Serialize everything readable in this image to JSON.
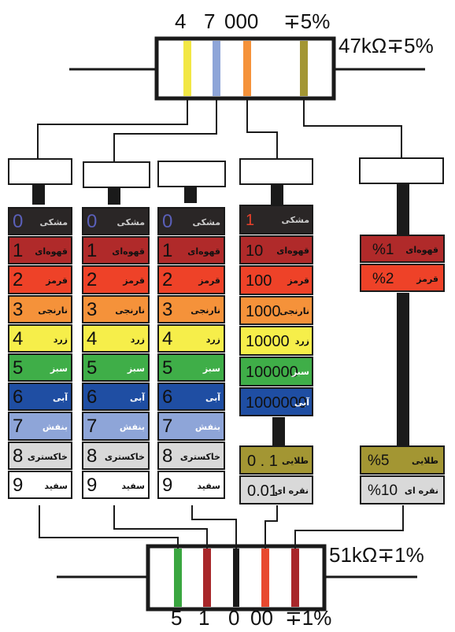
{
  "top": {
    "band_values": [
      "4",
      "7",
      "000",
      "∓5%"
    ],
    "result": "47kΩ∓5%",
    "band_colors": [
      "#f2e744",
      "#8ea5d8",
      "#f5923a",
      "#a39633"
    ]
  },
  "bottom": {
    "band_values": [
      "5",
      "1",
      "0",
      "00",
      "∓1%"
    ],
    "result": "51kΩ∓1%",
    "band_colors": [
      "#3aa640",
      "#a8272a",
      "#e8492f",
      "#a8272a"
    ]
  },
  "digit_colors": [
    {
      "name": "مشکی",
      "value": "0",
      "bg": "#2a2626",
      "text": "#5a5fb8",
      "name_color": "#cccccc"
    },
    {
      "name": "قهوه‌ای",
      "value": "1",
      "bg": "#b02a2a",
      "text": "#111111",
      "name_color": "#111111"
    },
    {
      "name": "قرمز",
      "value": "2",
      "bg": "#ee4228",
      "text": "#111111",
      "name_color": "#111111"
    },
    {
      "name": "نارنجی",
      "value": "3",
      "bg": "#f5923a",
      "text": "#111111",
      "name_color": "#111111"
    },
    {
      "name": "زرد",
      "value": "4",
      "bg": "#f6ee4a",
      "text": "#111111",
      "name_color": "#111111"
    },
    {
      "name": "سبز",
      "value": "5",
      "bg": "#3fae48",
      "text": "#111111",
      "name_color": "#ffffff"
    },
    {
      "name": "آبی",
      "value": "6",
      "bg": "#1f4ea3",
      "text": "#111111",
      "name_color": "#ffffff"
    },
    {
      "name": "بنفش",
      "value": "7",
      "bg": "#8ea5d8",
      "text": "#111111",
      "name_color": "#ffffff"
    },
    {
      "name": "خاکستری",
      "value": "8",
      "bg": "#d9d9d9",
      "text": "#111111",
      "name_color": "#111111"
    },
    {
      "name": "سفید",
      "value": "9",
      "bg": "#ffffff",
      "text": "#111111",
      "name_color": "#111111"
    }
  ],
  "multiplier_colors": [
    {
      "name": "مشکی",
      "value": "1",
      "bg": "#2a2626",
      "text": "#e8402a",
      "name_color": "#cccccc"
    },
    {
      "name": "قهوه‌ای",
      "value": "10",
      "bg": "#b02a2a",
      "text": "#111111",
      "name_color": "#111111"
    },
    {
      "name": "قرمز",
      "value": "100",
      "bg": "#ee4228",
      "text": "#111111",
      "name_color": "#111111"
    },
    {
      "name": "نارنجی",
      "value": "1000",
      "bg": "#f5923a",
      "text": "#111111",
      "name_color": "#111111"
    },
    {
      "name": "زرد",
      "value": "10000",
      "bg": "#f6ee4a",
      "text": "#111111",
      "name_color": "#111111"
    },
    {
      "name": "سبز",
      "value": "100000",
      "bg": "#3fae48",
      "text": "#111111",
      "name_color": "#ffffff"
    },
    {
      "name": "آبی",
      "value": "1000000",
      "bg": "#1f4ea3",
      "text": "#111111",
      "name_color": "#ffffff"
    }
  ],
  "multiplier_extra": [
    {
      "name": "طلایی",
      "value": "0 . 1",
      "bg": "#a39633",
      "text": "#111111",
      "name_color": "#111111"
    },
    {
      "name": "نقره ای",
      "value": "0.01",
      "bg": "#d9d9d9",
      "text": "#111111",
      "name_color": "#111111"
    }
  ],
  "tolerance_colors": [
    {
      "name": "قهوه‌ای",
      "value": "%1",
      "bg": "#b02a2a",
      "text": "#111111",
      "name_color": "#111111"
    },
    {
      "name": "قرمز",
      "value": "%2",
      "bg": "#ee4228",
      "text": "#111111",
      "name_color": "#111111"
    }
  ],
  "tolerance_extra": [
    {
      "name": "طلایی",
      "value": "%5",
      "bg": "#a39633",
      "text": "#111111",
      "name_color": "#111111"
    },
    {
      "name": "نقره ای",
      "value": "%10",
      "bg": "#d9d9d9",
      "text": "#111111",
      "name_color": "#111111"
    }
  ]
}
